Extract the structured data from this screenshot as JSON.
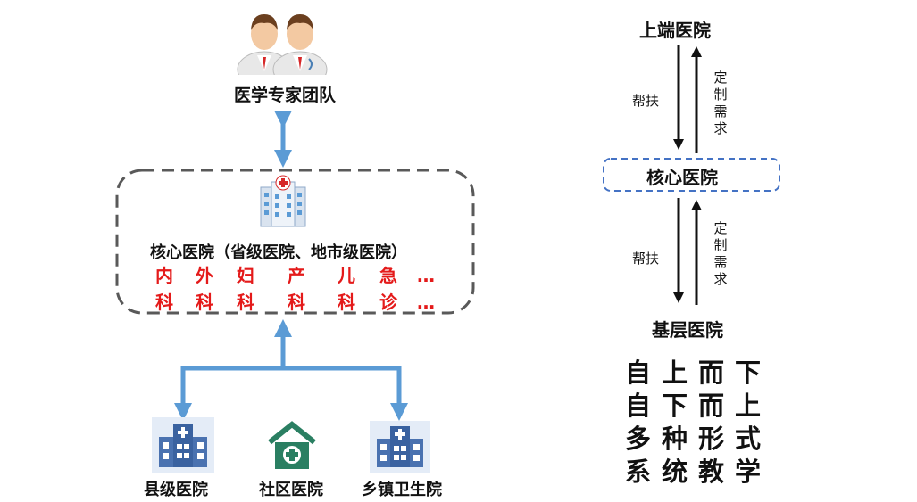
{
  "left": {
    "expert_team": "医学专家团队",
    "core_hospital": "核心医院（省级医院、地市级医院）",
    "departments": [
      {
        "line1": "内",
        "line2": "科"
      },
      {
        "line1": "外",
        "line2": "科"
      },
      {
        "line1": "妇",
        "line2": "科"
      },
      {
        "line1": "产",
        "line2": "科"
      },
      {
        "line1": "儿",
        "line2": "科"
      },
      {
        "line1": "急",
        "line2": "诊"
      },
      {
        "line1": "…",
        "line2": "…"
      }
    ],
    "county_hospital": "县级医院",
    "community_hospital": "社区医院",
    "township_hospital": "乡镇卫生院"
  },
  "right": {
    "top": "上端医院",
    "core": "核心医院",
    "base": "基层医院",
    "help_label": "帮扶",
    "demand_chars": [
      "定",
      "制",
      "需",
      "求"
    ],
    "slogans": [
      "自上而下",
      "自下而上",
      "多种形式",
      "系统教学"
    ]
  },
  "colors": {
    "arrow_blue": "#5b9bd5",
    "department_red": "#e41a1a",
    "dashed_gray": "#595959",
    "dashed_blue": "#4472c4"
  }
}
